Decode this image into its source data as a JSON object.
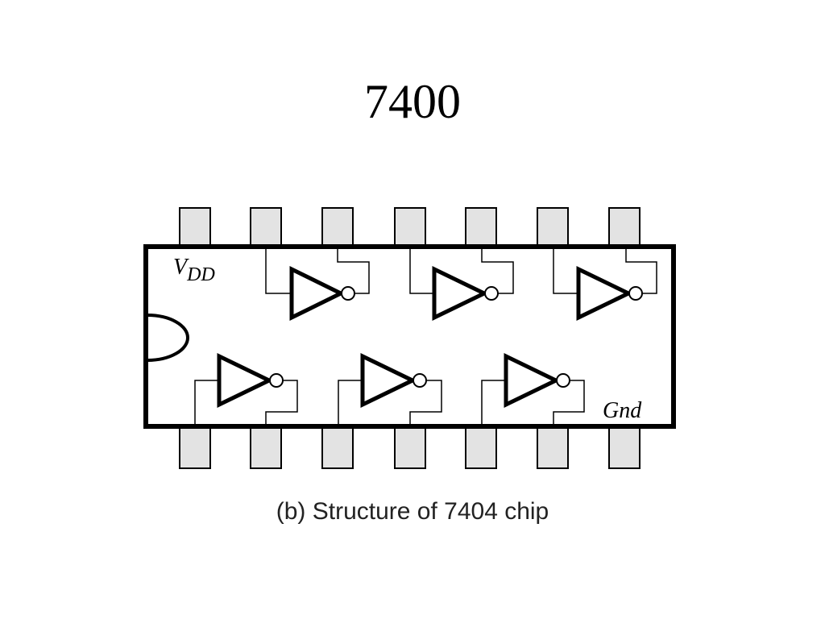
{
  "title": "7400",
  "chip": {
    "supply_label": "V",
    "supply_subscript": "DD",
    "ground_label": "Gnd",
    "pins_per_side": 7,
    "inverter_count": 6
  },
  "caption": "(b) Structure of 7404 chip"
}
